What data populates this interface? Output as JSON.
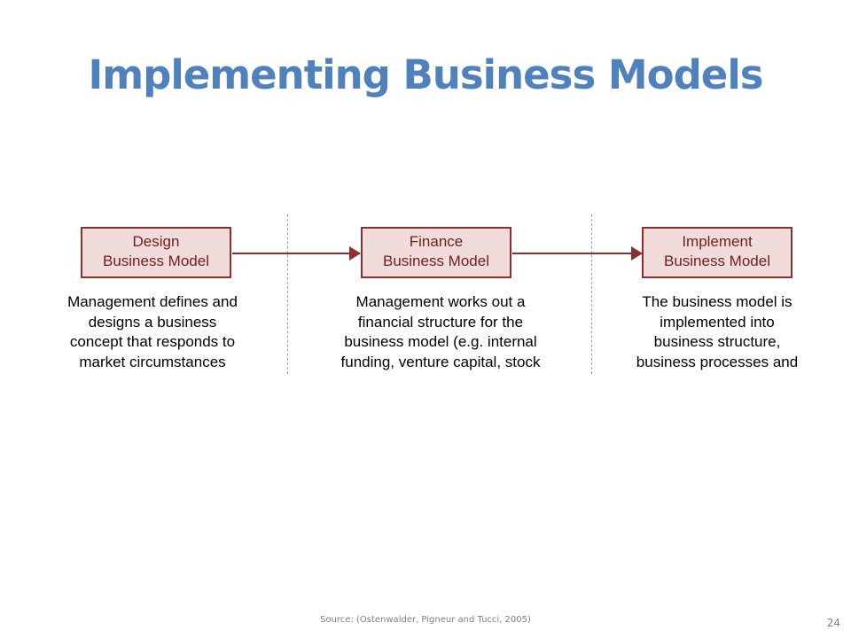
{
  "slide": {
    "title": "Implementing Business Models",
    "source": "Source: (Ostenwalder, Pigneur and  Tucci, 2005)",
    "page_number": "24"
  },
  "stages": [
    {
      "title_line1": "Design",
      "title_line2": "Business Model",
      "description": [
        "Management defines and",
        "designs a business",
        "concept that responds to",
        "market circumstances"
      ]
    },
    {
      "title_line1": "Finance",
      "title_line2": "Business Model",
      "description": [
        "Management works out a",
        "financial structure for the",
        "business model (e.g. internal",
        "funding, venture capital, stock"
      ]
    },
    {
      "title_line1": "Implement",
      "title_line2": "Business Model",
      "description": [
        "The business model is",
        "implemented into",
        "business structure,",
        "business processes and"
      ]
    }
  ],
  "colors": {
    "title": "#4f81bd",
    "box_fill": "#f2dcdb",
    "box_border": "#8c2f2f",
    "box_text": "#6e1f1f",
    "arrow": "#8c2f2f"
  }
}
